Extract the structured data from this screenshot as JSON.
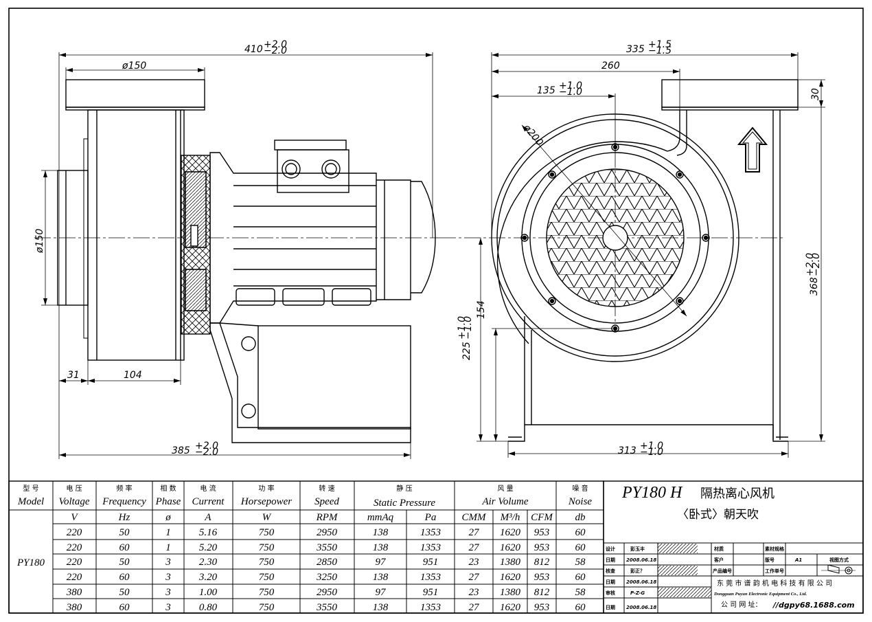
{
  "dimensions": {
    "overall_length": "410",
    "overall_length_tol_up": "+2.0",
    "overall_length_tol_dn": "−2.0",
    "inlet_dia_top": "ø150",
    "inlet_dia_side": "ø150",
    "dim_31": "31",
    "dim_104": "104",
    "base_length": "385",
    "base_tol_up": "+2.0",
    "base_tol_dn": "−2.0",
    "width_335": "335",
    "width_335_up": "+1.5",
    "width_335_dn": "−1.5",
    "dim_260": "260",
    "dim_135": "135",
    "dim_135_up": "+1.0",
    "dim_135_dn": "−1.0",
    "dim_30": "30",
    "dia_200": "ø200",
    "height_368": "368",
    "height_368_up": "+2.0",
    "height_368_dn": "−2.0",
    "dim_154": "154",
    "dim_225": "225",
    "dim_225_up": "+1.0",
    "dim_225_dn": "−1.0",
    "base_313": "313",
    "base_313_up": "+1.0",
    "base_313_dn": "−1.0"
  },
  "spec_table": {
    "headers": [
      {
        "cn": "型 号",
        "en": "Model"
      },
      {
        "cn": "电 压",
        "en": "Voltage"
      },
      {
        "cn": "频  率",
        "en": "Frequency"
      },
      {
        "cn": "相  数",
        "en": "Phase"
      },
      {
        "cn": "电   流",
        "en": "Current"
      },
      {
        "cn": "功   率",
        "en": "Horsepower"
      },
      {
        "cn": "转   速",
        "en": "Speed"
      },
      {
        "cn": "静     压",
        "en": "Static  Pressure"
      },
      {
        "cn": "风   量",
        "en": "Air  Volume"
      },
      {
        "cn": "噪   音",
        "en": "Noise"
      }
    ],
    "units": [
      "V",
      "Hz",
      "ø",
      "A",
      "W",
      "RPM",
      "mmAq",
      "Pa",
      "CMM",
      "M³/h",
      "CFM",
      "db"
    ],
    "model": "PY180",
    "rows": [
      [
        "220",
        "50",
        "1",
        "5.16",
        "750",
        "2950",
        "138",
        "1353",
        "27",
        "1620",
        "953",
        "60"
      ],
      [
        "220",
        "60",
        "1",
        "5.20",
        "750",
        "3550",
        "138",
        "1353",
        "27",
        "1620",
        "953",
        "60"
      ],
      [
        "220",
        "50",
        "3",
        "2.30",
        "750",
        "2850",
        "97",
        "951",
        "23",
        "1380",
        "812",
        "58"
      ],
      [
        "220",
        "60",
        "3",
        "3.20",
        "750",
        "3250",
        "138",
        "1353",
        "27",
        "1620",
        "953",
        "60"
      ],
      [
        "380",
        "50",
        "3",
        "1.00",
        "750",
        "2950",
        "97",
        "951",
        "23",
        "1380",
        "812",
        "58"
      ],
      [
        "380",
        "60",
        "3",
        "0.80",
        "750",
        "3550",
        "138",
        "1353",
        "27",
        "1620",
        "953",
        "60"
      ]
    ]
  },
  "title_block": {
    "product_code": "PY180 H",
    "product_name_1": "隔热离心风机",
    "product_name_2": "〈卧式〉朝天吹",
    "design_label": "设计",
    "design_name": "彭玉丰",
    "date_label": "日期",
    "date_1": "2008.06.18",
    "check_label": "核查",
    "check_name": "彭正？",
    "date_2": "2008.06.18",
    "approve_label": "审核",
    "approve_name": "P-Z-G",
    "date_3": "2008.06.18",
    "material_label": "材质",
    "customer_label": "客户",
    "product_no_label": "产品编号",
    "material_spec_label": "素材规格",
    "version_label": "版号",
    "version_value": "A1",
    "work_order_label": "工作单号",
    "view_label": "视图方式",
    "company_cn": "东 莞 市 谱 韵 机 电 科 技 有 限 公 司",
    "company_en": "Dongguan  Puyun  Electronic  Equipment  Co.,  Ltd.",
    "website_label": "公 司 网 址：",
    "website": "//dgpy68.1688.com"
  }
}
